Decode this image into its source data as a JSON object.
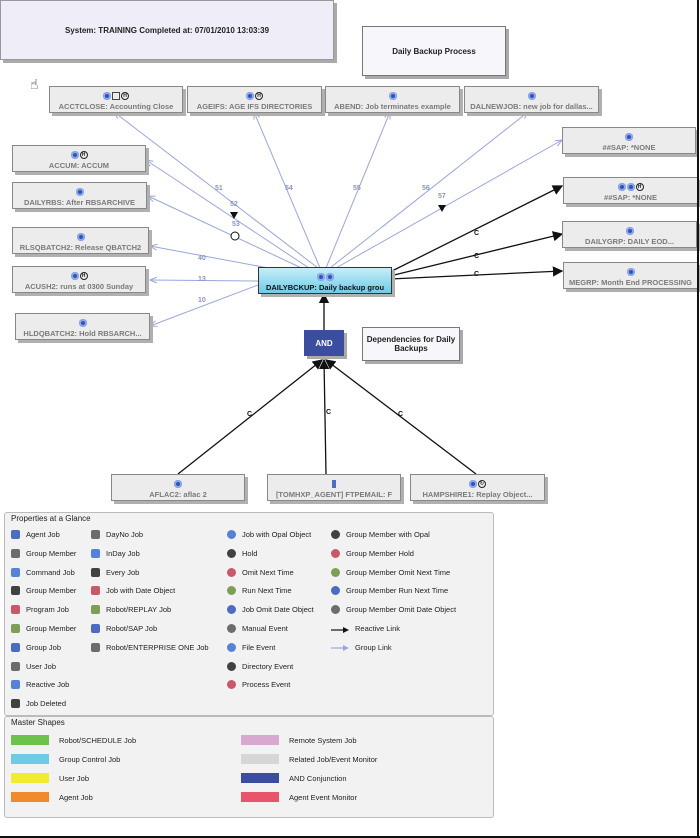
{
  "notes": {
    "system_status": "System: TRAINING Completed at: 07/01/2010 13:03:39",
    "title": "Daily Backup Process",
    "dependencies": "Dependencies for Daily Backups"
  },
  "center_job": "DAILYBCKUP: Daily backup grou",
  "and_label": "AND",
  "jobs_top": [
    "ACCTCLOSE: Accounting Close",
    "AGEIFS: AGE IFS DIRECTORIES",
    "ABEND: Job terminates example",
    "DALNEWJOB: new job for dallas..."
  ],
  "jobs_left": [
    "ACCUM: ACCUM",
    "DAILYRBS: After RBSARCHIVE",
    "RLSQBATCH2: Release QBATCH2",
    "ACUSH2: runs at 0300 Sunday",
    "HLDQBATCH2: Hold RBSARCH..."
  ],
  "jobs_right": [
    "##SAP: *NONE",
    "##SAP: *NONE",
    "DAILYGRP: DAILY EOD...",
    "MEGRP: Month End PROCESSING"
  ],
  "jobs_bottom": [
    "AFLAC2: aflac 2",
    "[TOMHXP_AGENT] FTPEMAIL: F",
    "HAMPSHIRE1: Replay Object..."
  ],
  "link_numbers": [
    "51",
    "52",
    "54",
    "55",
    "56",
    "57",
    "53",
    "40",
    "13",
    "10"
  ],
  "link_letters": [
    "C",
    "C",
    "C",
    "C",
    "C",
    "C"
  ],
  "properties": {
    "title": "Properties at a Glance",
    "col1": [
      "Agent Job",
      "Group Member",
      "Command Job",
      "Group Member",
      "Program Job",
      "Group Member",
      "Group Job",
      "User Job",
      "Reactive Job",
      "Job Deleted"
    ],
    "col2": [
      "DayNo Job",
      "InDay Job",
      "Every Job",
      "Job with Date Object",
      "Robot/REPLAY Job",
      "Robot/SAP Job",
      "Robot/ENTERPRISE ONE Job"
    ],
    "col3": [
      "Job with Opal Object",
      "Hold",
      "Omit Next Time",
      "Run Next Time",
      "Job Omit Date Object",
      "Manual Event",
      "File Event",
      "Directory Event",
      "Process Event"
    ],
    "col4": [
      "Group Member with Opal",
      "Group Member Hold",
      "Group Member Omit Next Time",
      "Group Member Run Next Time",
      "Group Member Omit Date Object",
      "Reactive Link",
      "Group Link"
    ]
  },
  "master_shapes": {
    "title": "Master Shapes",
    "left": [
      {
        "label": "Robot/SCHEDULE Job",
        "color": "#6cc24a"
      },
      {
        "label": "Group Control Job",
        "color": "#6dcbe4"
      },
      {
        "label": "User Job",
        "color": "#f3ec2e"
      },
      {
        "label": "Agent Job",
        "color": "#f08a2c"
      }
    ],
    "right": [
      {
        "label": "Remote System Job",
        "color": "#d8a8d0"
      },
      {
        "label": "Related Job/Event Monitor",
        "color": "#d6d6d6"
      },
      {
        "label": "AND Conjunction",
        "color": "#3b4d9e"
      },
      {
        "label": "Agent Event Monitor",
        "color": "#e8546a"
      }
    ]
  },
  "colors": {
    "group_link": "#9aa6dc",
    "reactive_link": "#111111",
    "and_conjunction": "#3b4d9e"
  }
}
